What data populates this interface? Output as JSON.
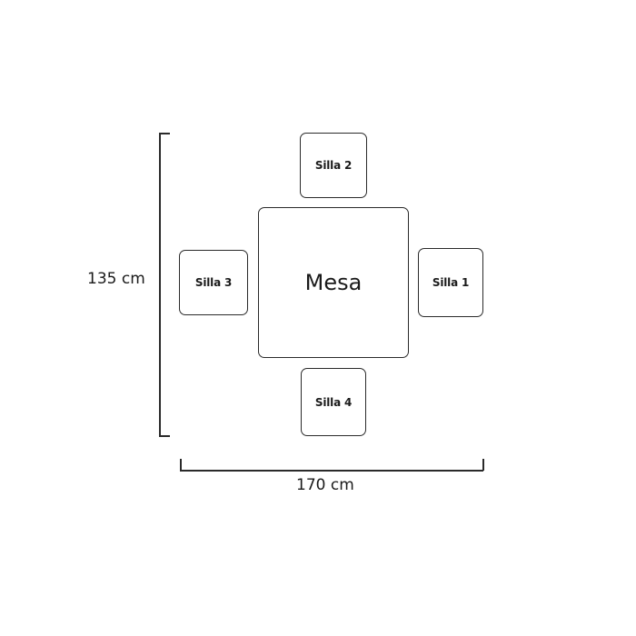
{
  "table": {
    "label": "Mesa"
  },
  "chairs": [
    {
      "label": "Silla 1"
    },
    {
      "label": "Silla 2"
    },
    {
      "label": "Silla 3"
    },
    {
      "label": "Silla 4"
    }
  ],
  "dimensions": {
    "height_label": "135 cm",
    "width_label": "170 cm"
  },
  "colors": {
    "stroke": "#2a2a2a",
    "background": "#ffffff"
  }
}
